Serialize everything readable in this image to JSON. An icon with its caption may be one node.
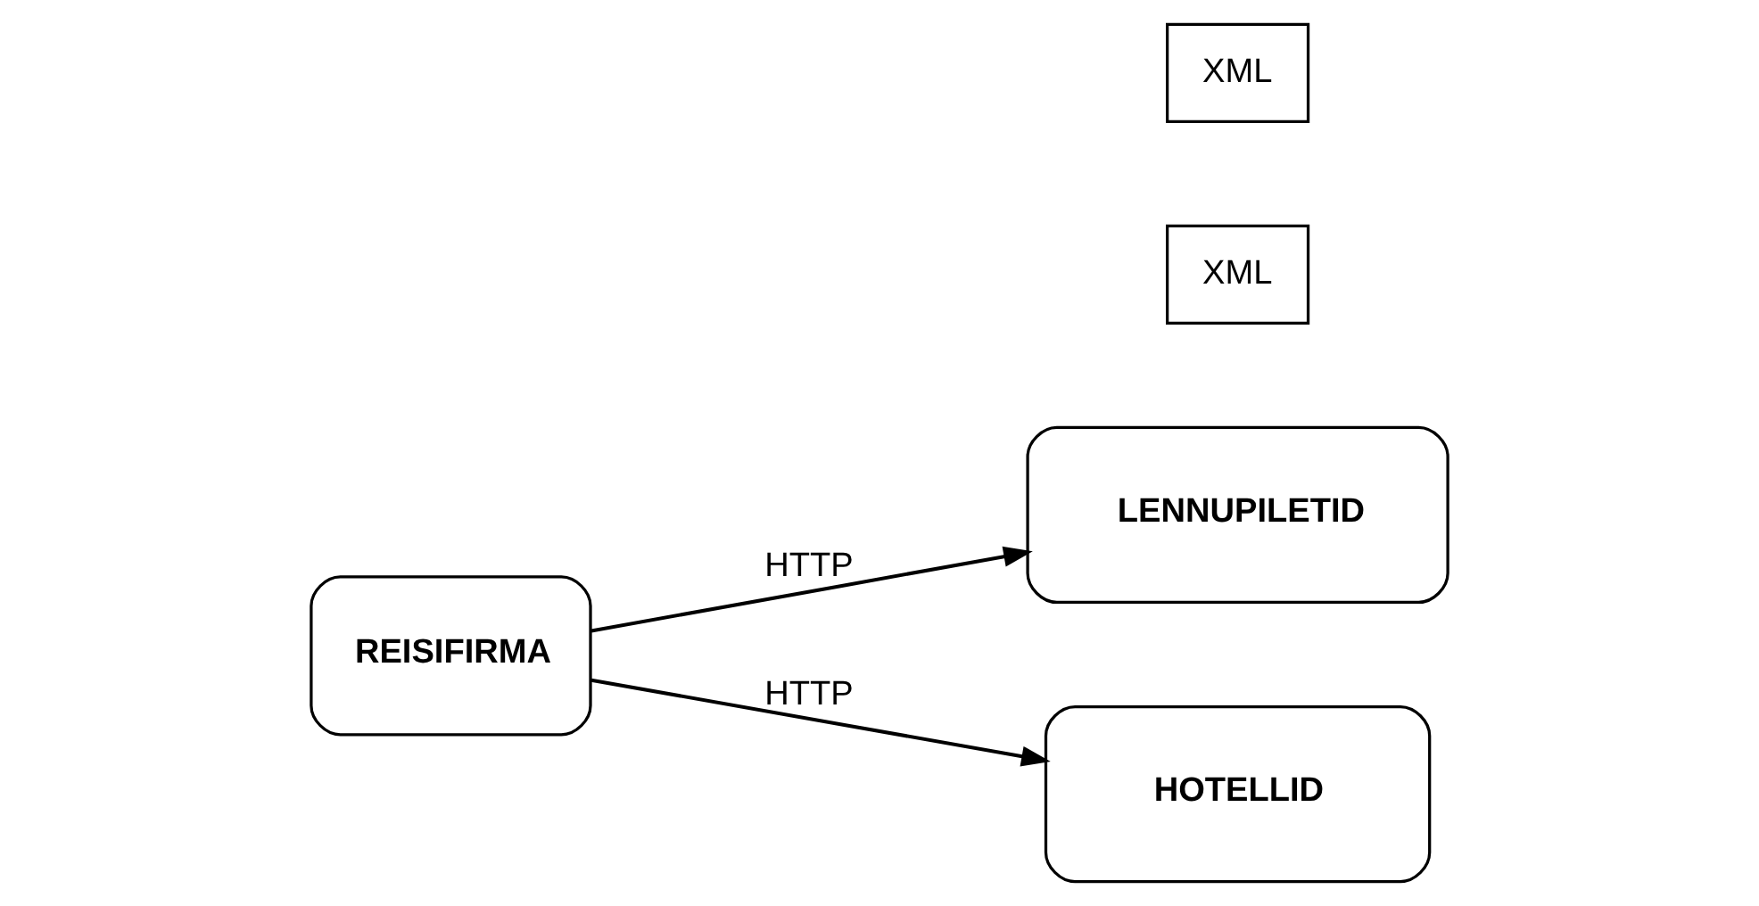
{
  "diagram": {
    "nodes": [
      {
        "text": [
          "REISIFIRMA"
        ]
      },
      {
        "text": [
          "XML"
        ]
      },
      {
        "text": [
          "LENNUPILETID"
        ]
      },
      {
        "text": [
          "XML"
        ]
      },
      {
        "text": [
          "HOTELLID"
        ]
      }
    ],
    "edges": [
      {
        "from": 0,
        "to": 2,
        "arrow": "to",
        "label": "HTTP"
      },
      {
        "from": 0,
        "to": 4,
        "arrow": "to",
        "label": "HTTP"
      }
    ]
  }
}
